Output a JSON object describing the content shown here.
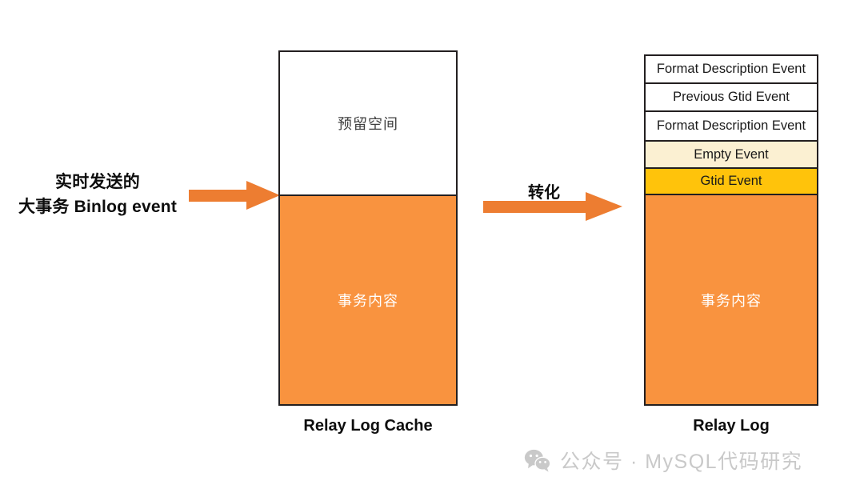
{
  "diagram": {
    "title": "Relay Log Cache to Relay Log conversion",
    "left_label": {
      "line1": "实时发送的",
      "line2": "大事务 Binlog event"
    },
    "arrows": {
      "ingest": {
        "icon": "arrow-right-icon",
        "label": ""
      },
      "convert": {
        "icon": "arrow-right-icon",
        "label": "转化"
      }
    },
    "cache_box": {
      "caption": "Relay Log Cache",
      "reserved_text": "预留空间",
      "body_text": "事务内容"
    },
    "relay_box": {
      "caption": "Relay Log",
      "body_text": "事务内容",
      "events": [
        {
          "label": "Format Description Event",
          "fill": "#ffffff"
        },
        {
          "label": "Previous Gtid Event",
          "fill": "#ffffff"
        },
        {
          "label": "Format Description Event",
          "fill": "#ffffff"
        },
        {
          "label": "Empty Event",
          "fill": "#FBF0D2"
        },
        {
          "label": "Gtid Event",
          "fill": "#FFC30B"
        }
      ]
    },
    "colors": {
      "orange_fill": "#F9933F",
      "arrow_orange": "#ED7D31",
      "empty_event": "#FBF0D2",
      "gtid_event": "#FFC30B",
      "border": "#231f20",
      "watermark": "#c9c9c9"
    }
  },
  "footer": {
    "icon": "wechat-icon",
    "text": "公众号 · MySQL代码研究"
  }
}
